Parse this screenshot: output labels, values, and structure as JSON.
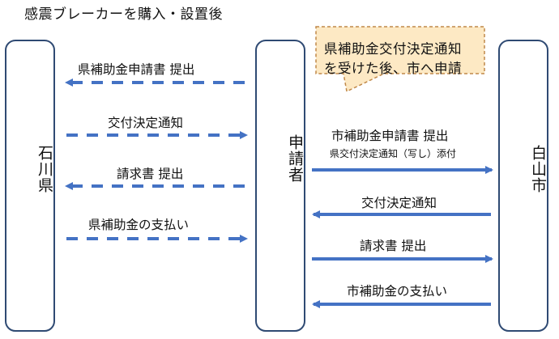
{
  "title": "感震ブレーカーを購入・設置後",
  "parties": {
    "left": "石川県",
    "middle": "申請者",
    "right": "白山市"
  },
  "callout": {
    "line1": "県補助金交付決定通知",
    "line2": "を受けた後、市へ申請"
  },
  "left_flows": [
    {
      "label": "県補助金申請書 提出",
      "direction": "to-left",
      "style": "dashed"
    },
    {
      "label": "交付決定通知",
      "direction": "to-right",
      "style": "dashed"
    },
    {
      "label": "請求書 提出",
      "direction": "to-left",
      "style": "dashed"
    },
    {
      "label": "県補助金の支払い",
      "direction": "to-right",
      "style": "dashed"
    }
  ],
  "right_flows": [
    {
      "label": "市補助金申請書 提出",
      "sublabel": "県交付決定通知（写し）添付",
      "direction": "to-right",
      "style": "solid"
    },
    {
      "label": "交付決定通知",
      "direction": "to-left",
      "style": "solid"
    },
    {
      "label": "請求書 提出",
      "direction": "to-right",
      "style": "solid"
    },
    {
      "label": "市補助金の支払い",
      "direction": "to-left",
      "style": "solid"
    }
  ],
  "colors": {
    "arrow": "#4472c4",
    "box_border": "#2f4a73",
    "callout_fill": "#fde9c4",
    "callout_border": "#c0894a"
  }
}
